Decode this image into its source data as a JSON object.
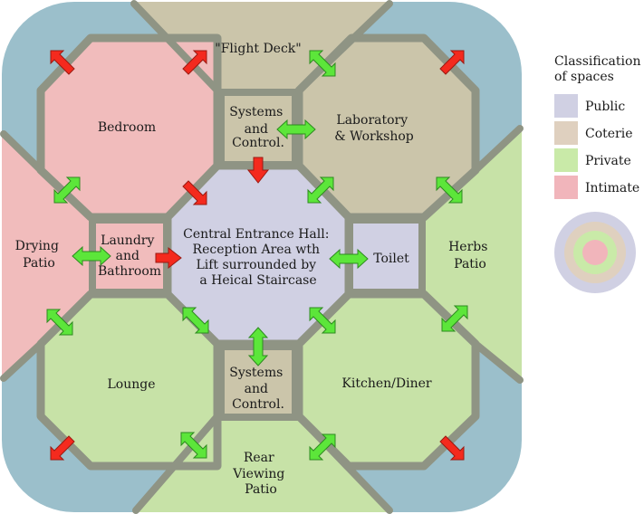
{
  "colors": {
    "public": "#d0d0e3",
    "coterie": "#cbc5aa",
    "private": "#c7e2a7",
    "intimate": "#f1bcbc",
    "outer": "#9bbfcb",
    "wall": "#8f9484",
    "wall_light": "#b7bbab",
    "arrow_green": "#5ce63a",
    "arrow_red": "#f42a1e",
    "legend_public": "#d0d0e3",
    "legend_coterie": "#dfd0bf",
    "legend_private": "#c9eaa8",
    "legend_intimate": "#f1b5bb"
  },
  "rooms": {
    "flight_deck": [
      "\"Flight Deck\""
    ],
    "bedroom": [
      "Bedroom"
    ],
    "systems_top": [
      "Systems",
      "and",
      "Control."
    ],
    "laboratory": [
      "Laboratory",
      "& Workshop"
    ],
    "drying_patio": [
      "Drying",
      "Patio"
    ],
    "laundry": [
      "Laundry",
      "and",
      "Bathroom"
    ],
    "central_hall": [
      "Central Entrance Hall:",
      "Reception Area wth",
      "Lift surrounded by",
      "a Heical Staircase"
    ],
    "toilet": [
      "Toilet"
    ],
    "herbs_patio": [
      "Herbs",
      "Patio"
    ],
    "lounge": [
      "Lounge"
    ],
    "systems_bottom": [
      "Systems",
      "and",
      "Control."
    ],
    "kitchen": [
      "Kitchen/Diner"
    ],
    "rear_patio": [
      "Rear",
      "Viewing",
      "Patio"
    ]
  },
  "legend": {
    "title": [
      "Classification",
      "of spaces"
    ],
    "items": [
      {
        "label": "Public",
        "color_key": "legend_public"
      },
      {
        "label": "Coterie",
        "color_key": "legend_coterie"
      },
      {
        "label": "Private",
        "color_key": "legend_private"
      },
      {
        "label": "Intimate",
        "color_key": "legend_intimate"
      }
    ]
  }
}
